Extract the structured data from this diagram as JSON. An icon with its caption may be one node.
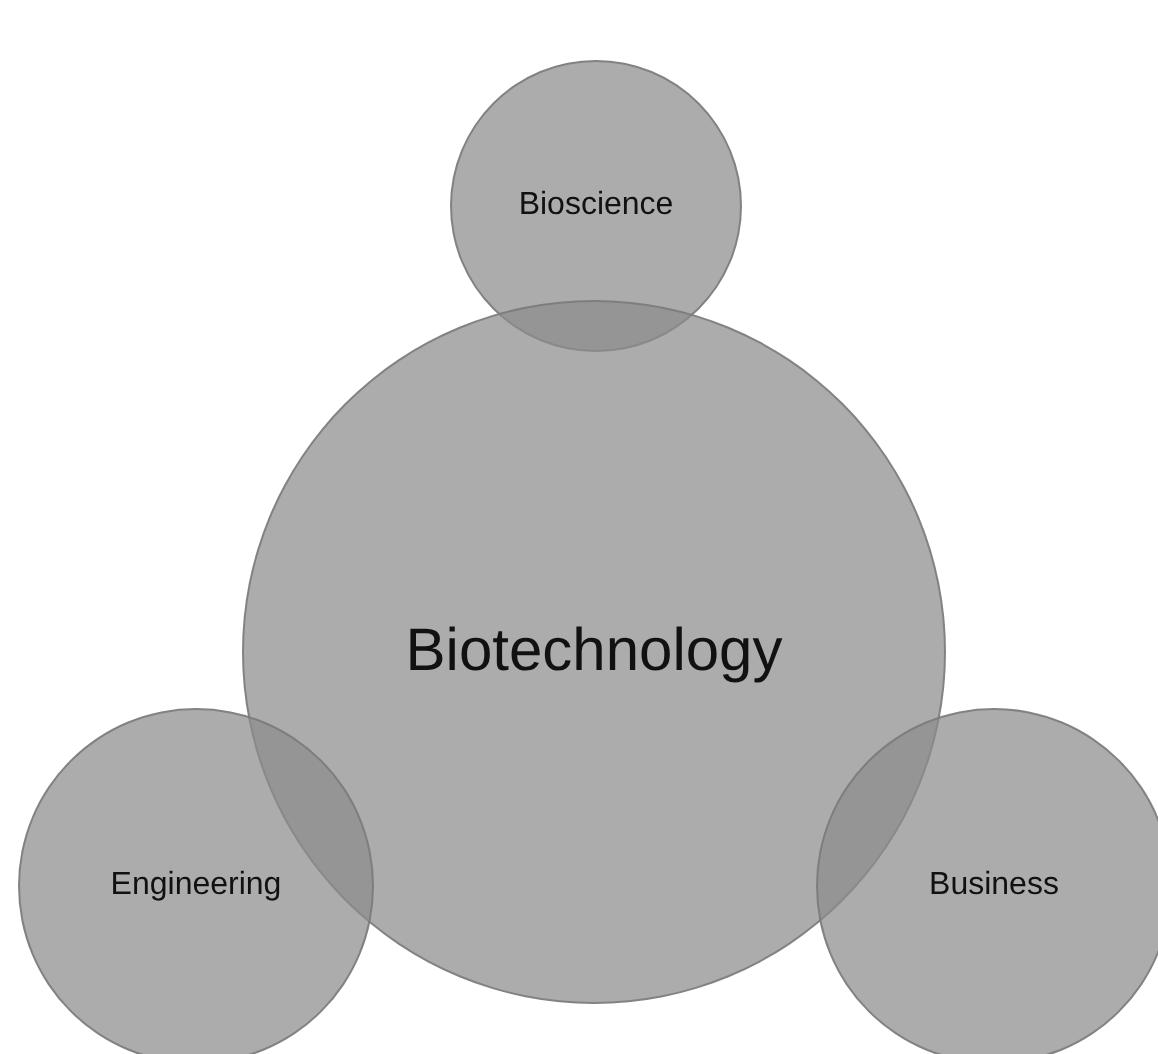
{
  "diagram": {
    "nodes": [
      {
        "text": [
          "Bioscience"
        ]
      },
      {
        "text": [
          "Biotechnology"
        ]
      },
      {
        "text": [
          "Engineering"
        ]
      },
      {
        "text": [
          "Business"
        ]
      }
    ]
  }
}
